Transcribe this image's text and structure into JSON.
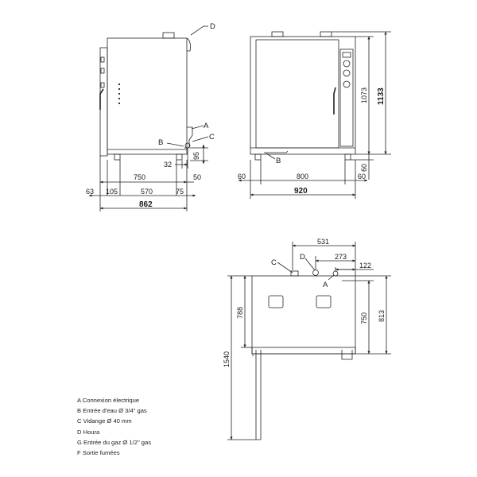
{
  "side_view": {
    "markers": {
      "A": "A",
      "B": "B",
      "C": "C",
      "D": "D"
    },
    "dims": {
      "d95": "95",
      "d32": "32",
      "d50": "50",
      "d750": "750",
      "d63": "63",
      "d105": "105",
      "d570": "570",
      "d75": "75",
      "d862": "862"
    }
  },
  "front_view": {
    "markers": {
      "B": "B"
    },
    "dims": {
      "d1133": "1133",
      "d1073": "1073",
      "d60r": "60",
      "d60l": "60",
      "d800": "800",
      "d60b": "60",
      "d920": "920"
    }
  },
  "top_view": {
    "markers": {
      "A": "A",
      "C": "C",
      "D": "D"
    },
    "dims": {
      "d531": "531",
      "d273": "273",
      "d122": "122",
      "d788": "788",
      "d750": "750",
      "d813": "813",
      "d1540": "1540"
    }
  },
  "legend": [
    "A Connexion électrique",
    "B Entrée d'eau Ø 3/4\" gas",
    "C Vidange Ø 40 mm",
    "D Houra",
    "G Entrée du gaz Ø 1/2\" gas",
    "F Sortie fumées"
  ]
}
